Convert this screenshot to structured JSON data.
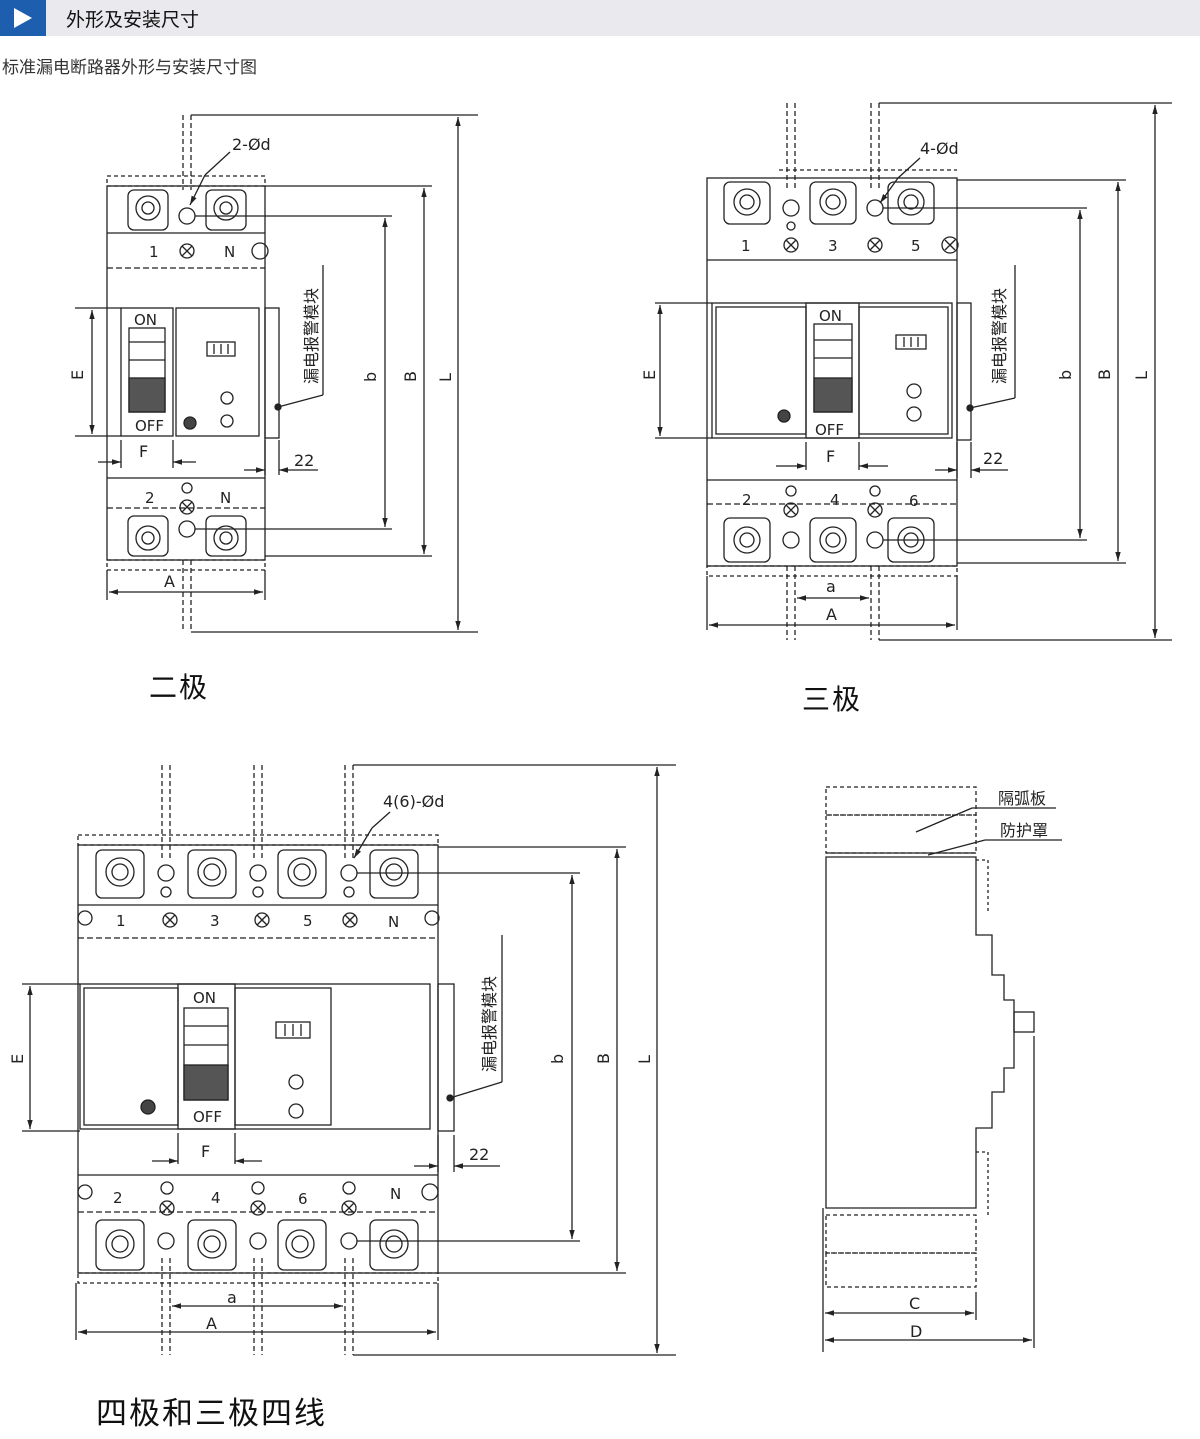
{
  "header": {
    "title": "外形及安装尺寸",
    "icon": "play-arrow-icon",
    "accent": "#1d5fae"
  },
  "subtitle": "标准漏电断路器外形与安装尺寸图",
  "two_pole": {
    "caption": "二极",
    "hole_label": "2-Ød",
    "terminals_top": [
      "1",
      "N"
    ],
    "terminals_bottom": [
      "2",
      "N"
    ],
    "on_label": "ON",
    "off_label": "OFF",
    "module_label": "漏电报警模块",
    "dims": {
      "E": "E",
      "F": "F",
      "b": "b",
      "B": "B",
      "L": "L",
      "A": "A",
      "22": "22"
    }
  },
  "three_pole": {
    "caption": "三极",
    "hole_label": "4-Ød",
    "terminals_top": [
      "1",
      "3",
      "5"
    ],
    "terminals_bottom": [
      "2",
      "4",
      "6"
    ],
    "on_label": "ON",
    "off_label": "OFF",
    "module_label": "漏电报警模块",
    "dims": {
      "E": "E",
      "F": "F",
      "b": "b",
      "B": "B",
      "L": "L",
      "a": "a",
      "A": "A",
      "22": "22"
    }
  },
  "four_pole": {
    "caption": "四极和三极四线",
    "hole_label": "4(6)-Ød",
    "terminals_top": [
      "1",
      "3",
      "5",
      "N"
    ],
    "terminals_bottom": [
      "2",
      "4",
      "6",
      "N"
    ],
    "on_label": "ON",
    "off_label": "OFF",
    "module_label": "漏电报警模块",
    "dims": {
      "E": "E",
      "F": "F",
      "b": "b",
      "B": "B",
      "L": "L",
      "a": "a",
      "A": "A",
      "22": "22"
    }
  },
  "side_view": {
    "arc_label": "隔弧板",
    "cover_label": "防护罩",
    "dims": {
      "C": "C",
      "D": "D"
    }
  }
}
